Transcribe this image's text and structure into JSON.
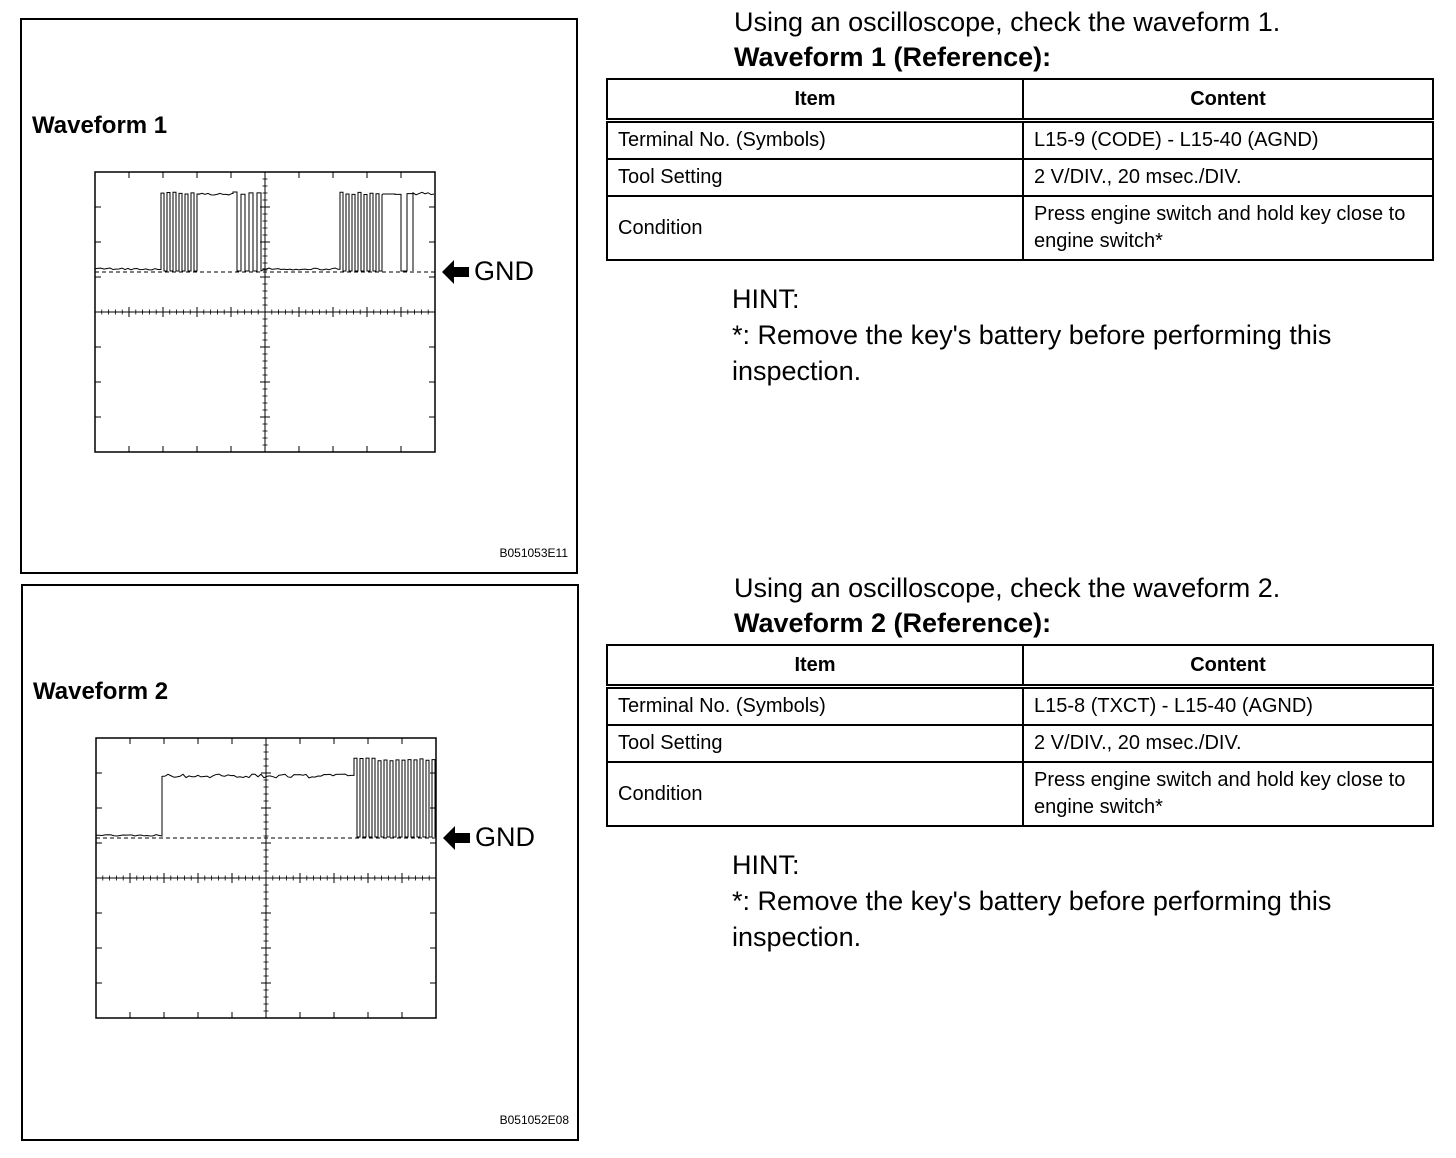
{
  "panels": [
    {
      "title": "Waveform 1",
      "code": "B051053E11",
      "gnd_label": "GND"
    },
    {
      "title": "Waveform 2",
      "code": "B051052E08",
      "gnd_label": "GND"
    }
  ],
  "sections": [
    {
      "intro": "Using an oscilloscope, check the waveform 1.",
      "ref_title": "Waveform 1 (Reference):",
      "table": {
        "headers": [
          "Item",
          "Content"
        ],
        "rows": [
          [
            "Terminal No. (Symbols)",
            "L15-9 (CODE) - L15-40 (AGND)"
          ],
          [
            "Tool Setting",
            "2 V/DIV., 20 msec./DIV."
          ],
          [
            "Condition",
            "Press engine switch and hold key close to engine switch*"
          ]
        ]
      },
      "hint_label": "HINT:",
      "hint_text": "*: Remove the key's battery before performing this inspection."
    },
    {
      "intro": "Using an oscilloscope, check the waveform 2.",
      "ref_title": "Waveform 2 (Reference):",
      "table": {
        "headers": [
          "Item",
          "Content"
        ],
        "rows": [
          [
            "Terminal No. (Symbols)",
            "L15-8 (TXCT) - L15-40 (AGND)"
          ],
          [
            "Tool Setting",
            "2 V/DIV., 20 msec./DIV."
          ],
          [
            "Condition",
            "Press engine switch and hold key close to engine switch*"
          ]
        ]
      },
      "hint_label": "HINT:",
      "hint_text": "*: Remove the key's battery before performing this inspection."
    }
  ]
}
